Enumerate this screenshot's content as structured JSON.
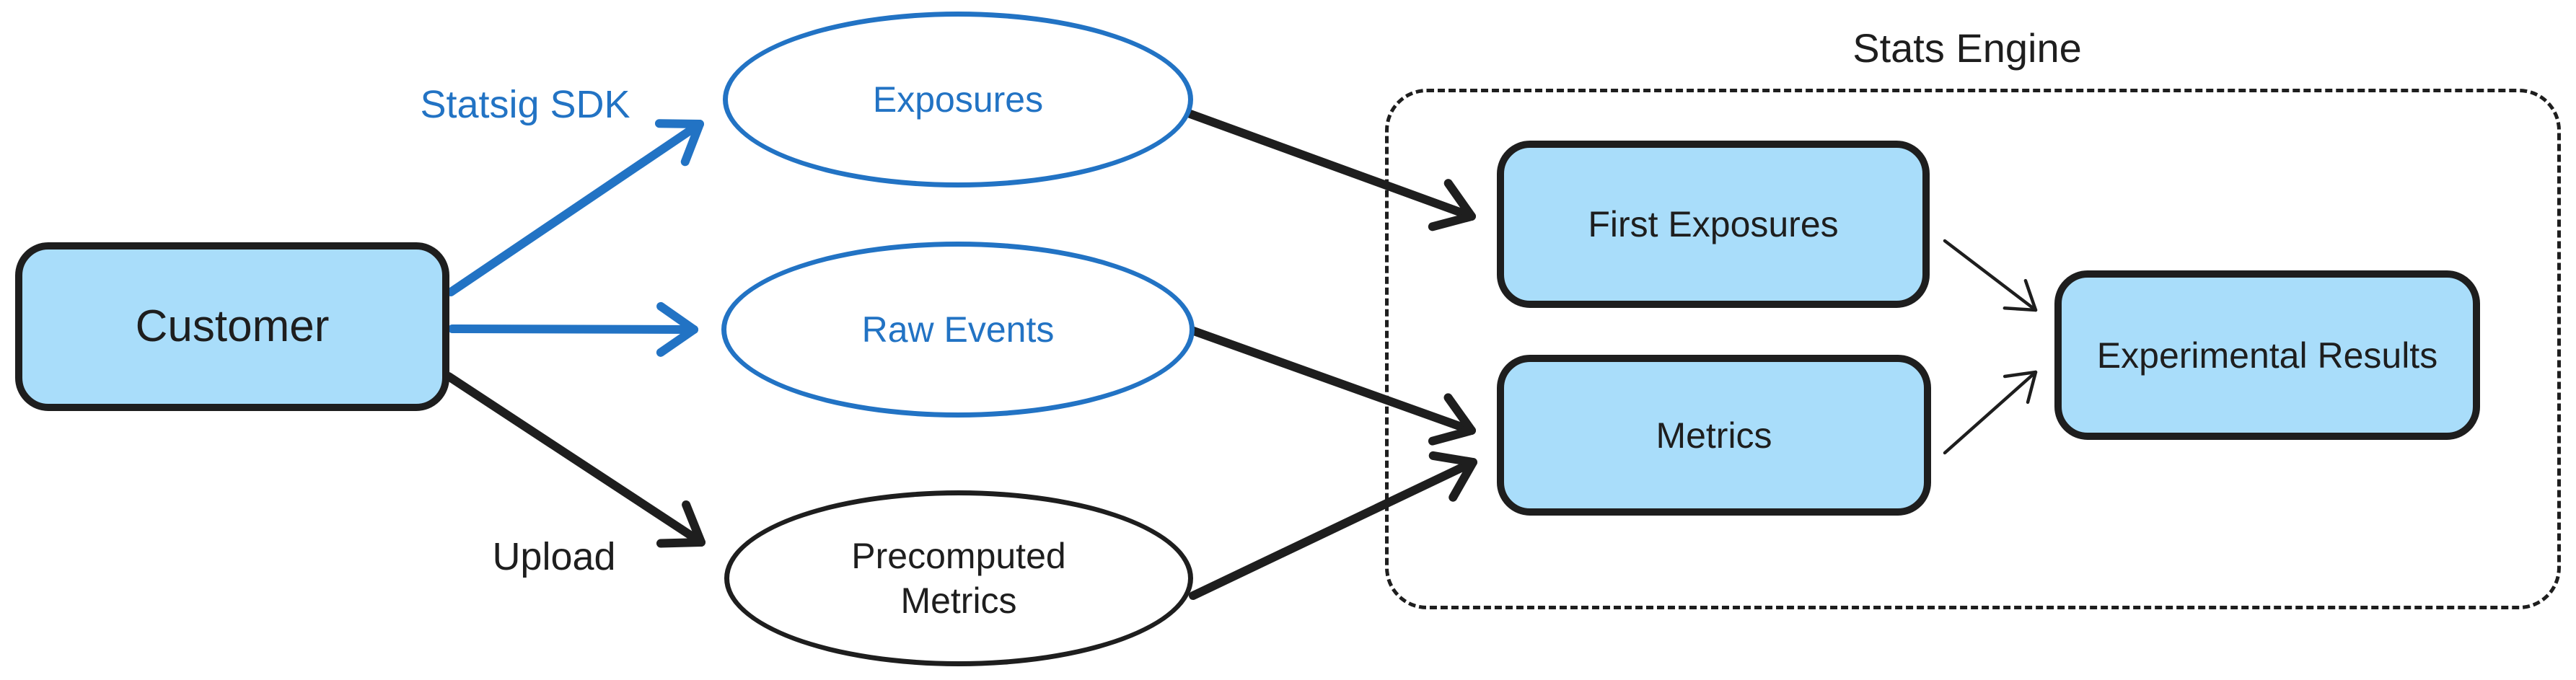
{
  "diagram": {
    "group": {
      "title": "Stats Engine"
    },
    "nodes": {
      "customer": {
        "label": "Customer"
      },
      "exposures": {
        "label": "Exposures"
      },
      "raw_events": {
        "label": "Raw Events"
      },
      "precomputed_metrics": {
        "label": "Precomputed Metrics"
      },
      "first_exposures": {
        "label": "First Exposures"
      },
      "metrics": {
        "label": "Metrics"
      },
      "experimental_results": {
        "label": "Experimental Results"
      }
    },
    "edge_labels": {
      "statsig_sdk": "Statsig SDK",
      "upload": "Upload"
    },
    "colors": {
      "accent_blue": "#2273c4",
      "ink_black": "#1e1e1e",
      "node_fill_blue": "#a9ddfa",
      "background": "#ffffff"
    }
  }
}
